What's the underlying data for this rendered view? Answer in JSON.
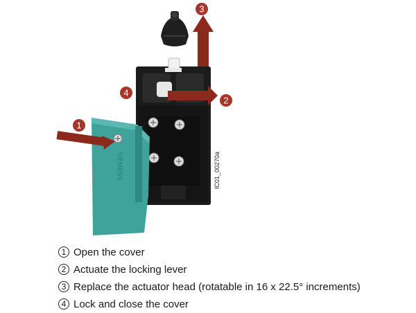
{
  "figure": {
    "brand": "SIEMENS",
    "figure_id": "IC01_00270a",
    "colors": {
      "arrow": "#8b2a1c",
      "cover": "#3fa39c",
      "body": "#1c1c1c",
      "badge": "#a6352a"
    },
    "callouts": [
      "1",
      "2",
      "3",
      "4"
    ]
  },
  "legend": [
    {
      "num": "1",
      "text": "Open the cover"
    },
    {
      "num": "2",
      "text": "Actuate the locking lever"
    },
    {
      "num": "3",
      "text": "Replace the actuator head (rotatable in 16 x 22.5° increments)"
    },
    {
      "num": "4",
      "text": "Lock and close the cover"
    }
  ]
}
